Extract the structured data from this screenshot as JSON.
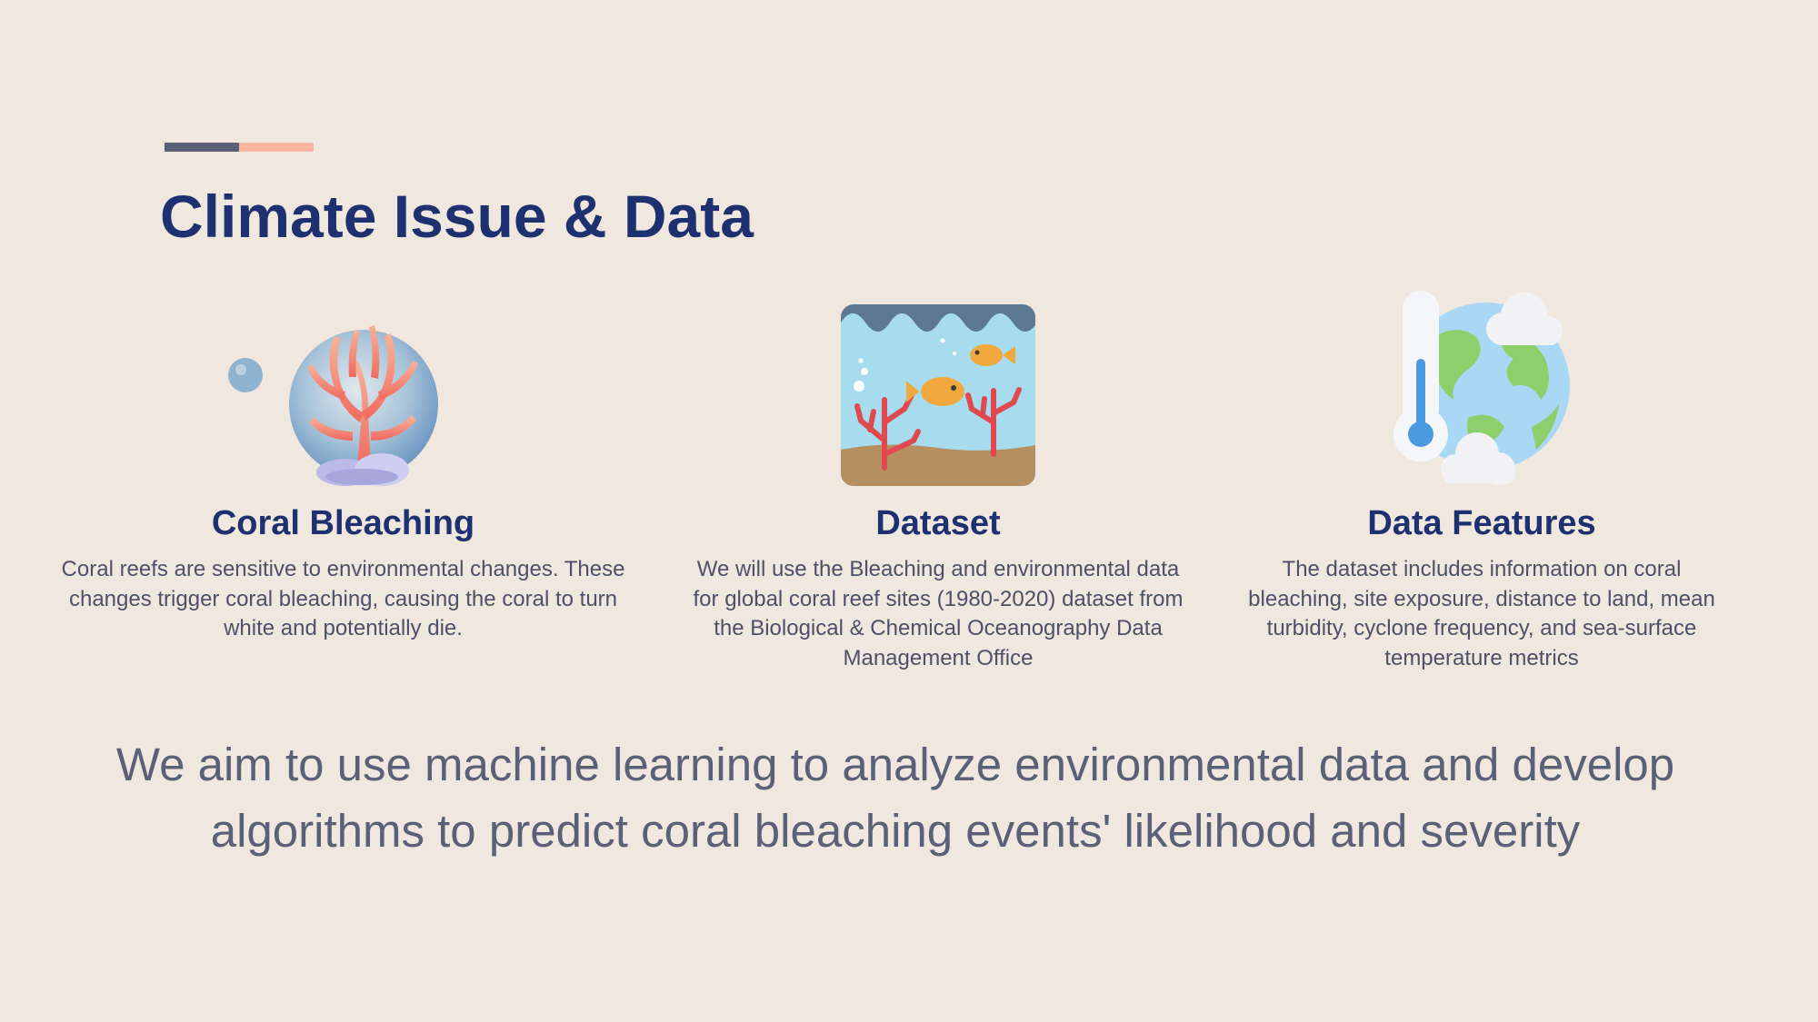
{
  "slide": {
    "title": "Climate Issue & Data",
    "accent_colors": [
      "#5b6079",
      "#f8b6a0"
    ],
    "title_color": "#1d3170",
    "background": "#f0e8de"
  },
  "columns": [
    {
      "icon": "coral-icon",
      "title": "Coral Bleaching",
      "description": "Coral reefs are sensitive to environmental changes. These changes trigger coral bleaching, causing the coral to turn white and potentially die."
    },
    {
      "icon": "aquarium-icon",
      "title": "Dataset",
      "description": "We will use the Bleaching and environmental data for global coral reef sites (1980-2020) dataset from the Biological & Chemical Oceanography Data Management Office"
    },
    {
      "icon": "climate-globe-icon",
      "title": "Data Features",
      "description": "The dataset includes information on coral bleaching, site exposure, distance to land, mean turbidity, cyclone frequency, and sea-surface temperature metrics"
    }
  ],
  "aim": "We aim to use machine learning to analyze environmental data and develop algorithms to predict coral bleaching events' likelihood and severity"
}
